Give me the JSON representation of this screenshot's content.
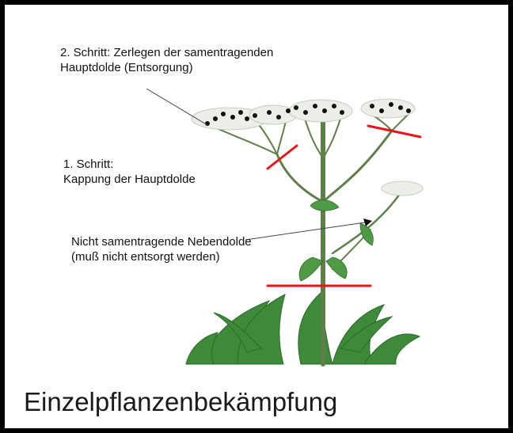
{
  "annotations": {
    "step2": [
      "2. Schritt: Zerlegen der samentragenden",
      "Hauptdolde (Entsorgung)"
    ],
    "step1": [
      "1. Schritt:",
      "Kappung der Hauptdolde"
    ],
    "nebendolde": [
      "Nicht samentragende Nebendolde",
      "(muß nicht entsorgt werden)"
    ]
  },
  "title": "Einzelpflanzenbekämpfung",
  "colors": {
    "frame": "#000000",
    "cut_line": "#e8141c",
    "stem": "#5f7f4a",
    "leaf": "#3f8a3a",
    "flower": "#ecefe8",
    "seed": "#111111"
  },
  "icons": [
    "heracleum-plant-illustration"
  ]
}
